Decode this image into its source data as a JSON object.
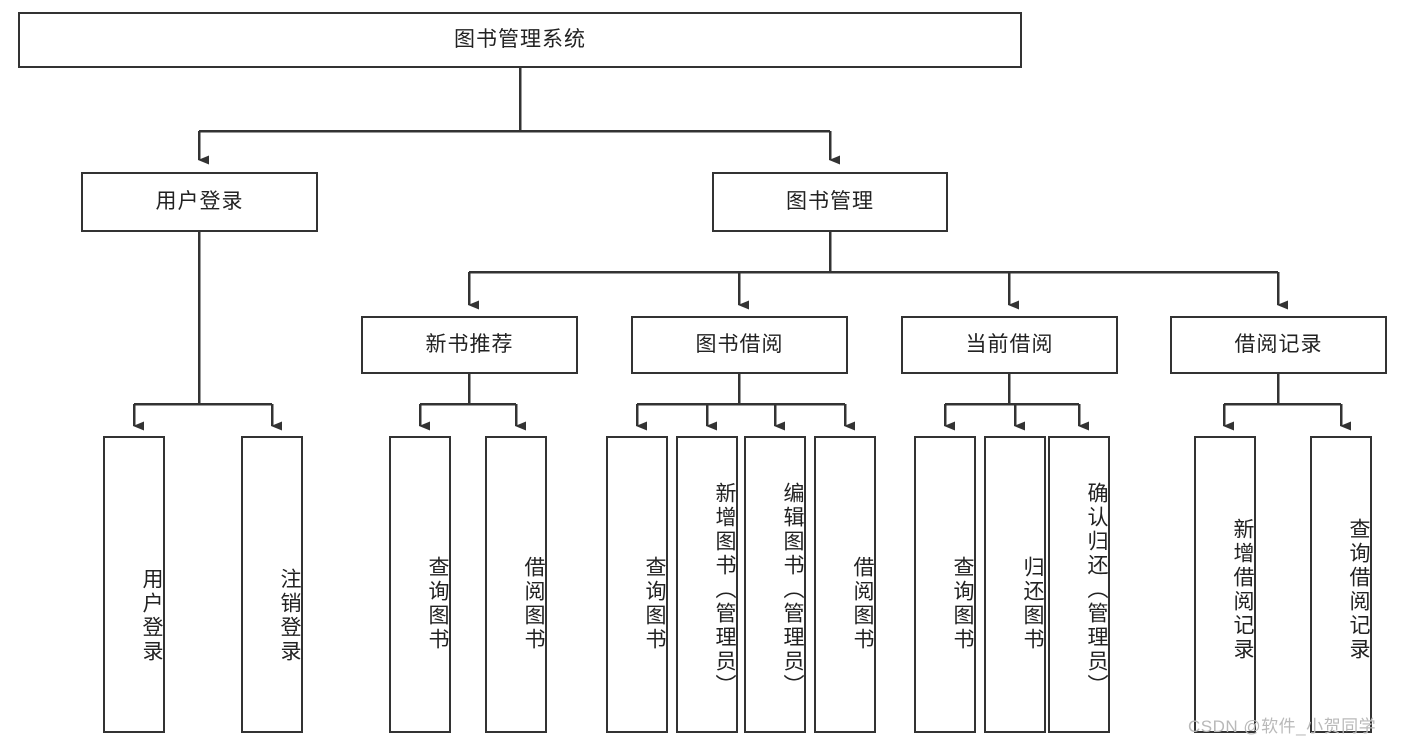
{
  "diagram": {
    "type": "tree-hierarchy-chart",
    "title": "图书管理系统",
    "orientation": "top-down",
    "box_border_color": "#333333",
    "box_fill_color": "#ffffff",
    "edge_color": "#333333",
    "text_color": "#222222"
  },
  "root": {
    "label": "图书管理系统"
  },
  "level2": [
    {
      "label": "用户登录"
    },
    {
      "label": "图书管理"
    }
  ],
  "level3": [
    {
      "label": "新书推荐"
    },
    {
      "label": "图书借阅"
    },
    {
      "label": "当前借阅"
    },
    {
      "label": "借阅记录"
    }
  ],
  "leaves": {
    "user_login": [
      {
        "label": "用户登录"
      },
      {
        "label": "注销登录"
      }
    ],
    "new_book_recommend": [
      {
        "label": "查询图书"
      },
      {
        "label": "借阅图书"
      }
    ],
    "book_borrow": [
      {
        "label": "查询图书"
      },
      {
        "label": "新增图书（管理员）"
      },
      {
        "label": "编辑图书（管理员）"
      },
      {
        "label": "借阅图书"
      }
    ],
    "current_borrow": [
      {
        "label": "查询图书"
      },
      {
        "label": "归还图书"
      },
      {
        "label": "确认归还（管理员）"
      }
    ],
    "borrow_record": [
      {
        "label": "新增借阅记录"
      },
      {
        "label": "查询借阅记录"
      }
    ]
  },
  "watermark": {
    "text": "CSDN @软件_小贺同学"
  }
}
